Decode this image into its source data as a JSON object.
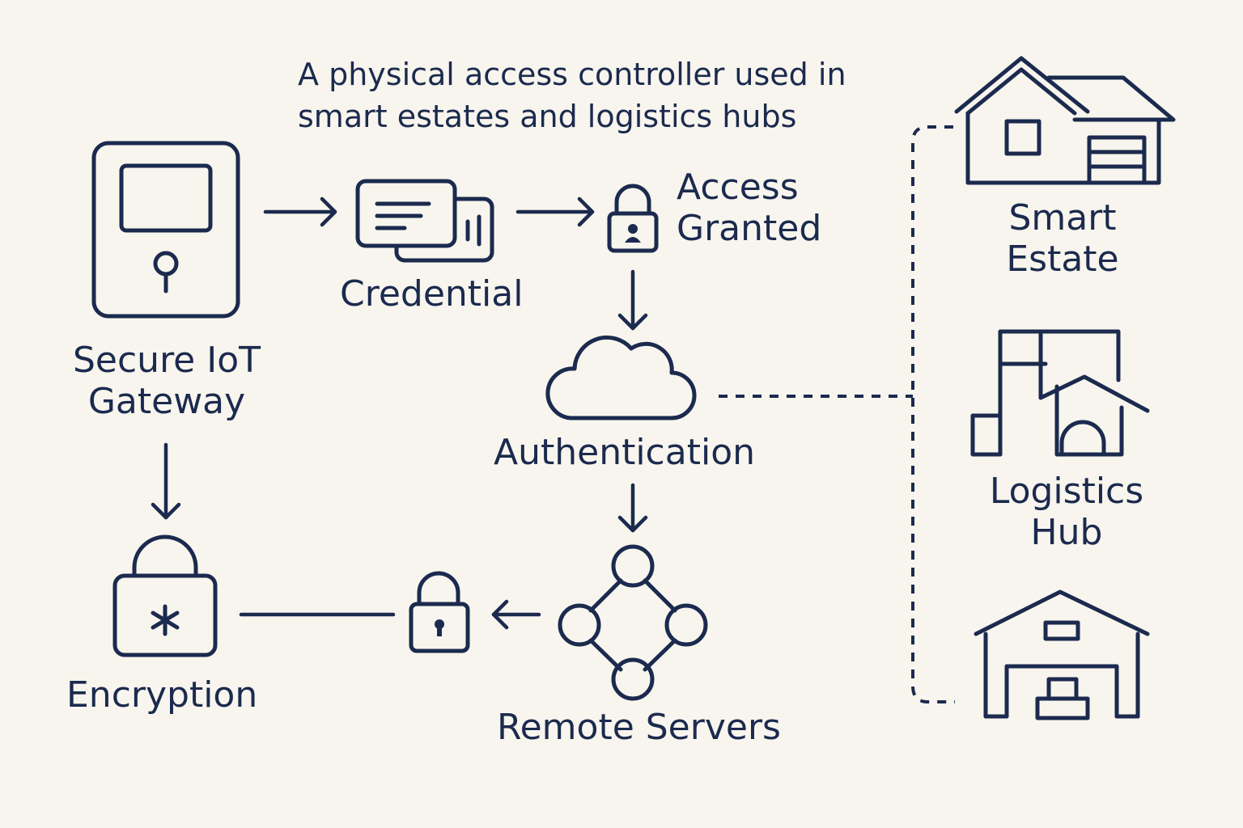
{
  "caption": {
    "line1": "A physical access controller used in",
    "line2": "smart estates and logistics hubs"
  },
  "nodes": {
    "gateway": {
      "line1": "Secure IoT",
      "line2": "Gateway",
      "icon": "iot-gateway-device-icon"
    },
    "credential": {
      "label": "Credential",
      "icon": "credential-card-icon"
    },
    "access": {
      "line1": "Access",
      "line2": "Granted",
      "icon": "padlock-icon"
    },
    "auth": {
      "label": "Authentication",
      "icon": "cloud-icon"
    },
    "servers": {
      "label": "Remote Servers",
      "icon": "server-network-icon"
    },
    "encryption": {
      "label": "Encryption",
      "icon": "encryption-lock-icon"
    },
    "estate": {
      "line1": "Smart",
      "line2": "Estate",
      "icon": "house-garage-icon"
    },
    "hub": {
      "line1": "Logistics",
      "line2": "Hub",
      "icon": "logistics-building-icon"
    },
    "warehouse": {
      "icon": "warehouse-icon"
    }
  },
  "colors": {
    "ink": "#1b2a4e",
    "background": "#f8f5ee"
  }
}
